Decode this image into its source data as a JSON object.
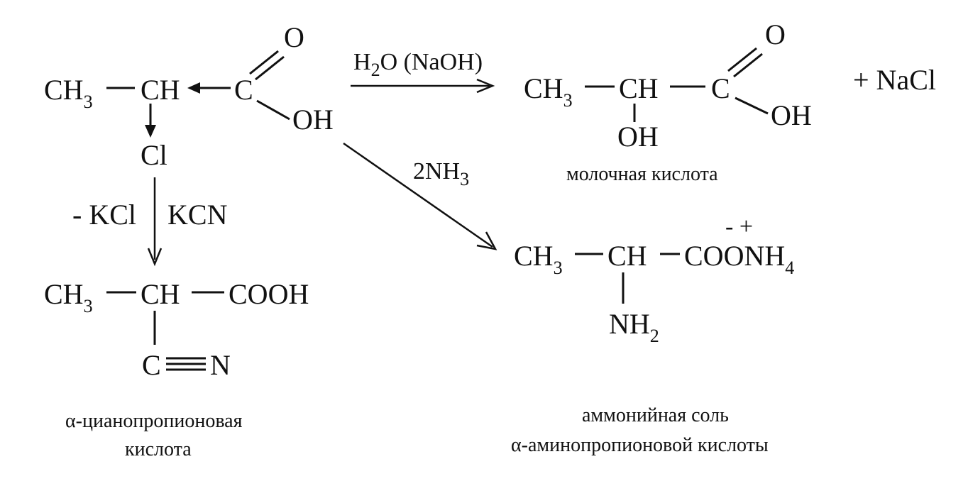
{
  "chlorine_acid": {
    "ch3": "CH",
    "ch3_sub": "3",
    "ch": "CH",
    "c": "C",
    "o": "O",
    "oh": "OH",
    "cl": "Cl"
  },
  "arrows": {
    "hydrolysis_reagent": "H",
    "hydrolysis_reagent_sub": "2",
    "hydrolysis_reagent_rest": "O (NaOH)",
    "ammonia_reagent": "2NH",
    "ammonia_reagent_sub": "3",
    "kcn_reagent": "KCN",
    "kcl_byproduct": "- KCl"
  },
  "lactic": {
    "ch3": "CH",
    "ch3_sub": "3",
    "ch": "CH",
    "c": "C",
    "o": "O",
    "oh_acid": "OH",
    "oh_side": "OH",
    "nacl": "+ NaCl",
    "caption": "молочная кислота"
  },
  "cyano": {
    "ch3": "CH",
    "ch3_sub": "3",
    "ch": "CH",
    "cooh": "COOH",
    "c": "C",
    "n": "N",
    "caption_line1": "α-цианопропионовая",
    "caption_line2": "кислота"
  },
  "ammonium": {
    "ch3": "CH",
    "ch3_sub": "3",
    "ch": "CH",
    "coonh": "COONH",
    "coonh_sub": "4",
    "charges": "- +",
    "nh": "NH",
    "nh_sub": "2",
    "caption_line1": "аммонийная соль",
    "caption_line2": "α-аминопропионовой кислоты"
  }
}
